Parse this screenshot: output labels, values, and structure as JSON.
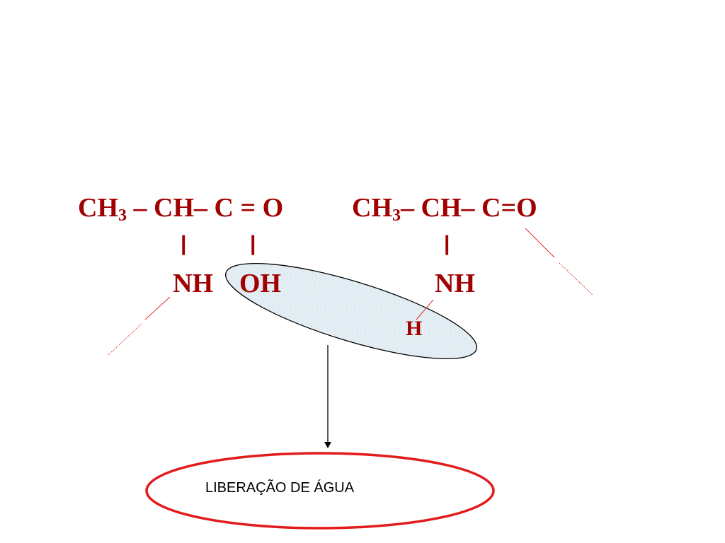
{
  "colors": {
    "formula": "#a00000",
    "red_line": "#e0302a",
    "water_ellipse_fill": "#e6f0f6",
    "water_ellipse_stroke": "#000000",
    "result_ellipse_stroke": "#e21b1b",
    "arrow": "#000000"
  },
  "molecule1": {
    "ch3": "CH",
    "ch3_sub": "3",
    "rest": " – CH– C = O",
    "bond1": "|",
    "bond2": "|",
    "nh": "NH",
    "oh": "OH"
  },
  "molecule2": {
    "ch3": "CH",
    "ch3_sub": "3",
    "rest": "– CH– C=O",
    "bond": "|",
    "nh": "NH",
    "h": "H"
  },
  "result": {
    "label": "LIBERAÇÃO DE ÁGUA"
  }
}
